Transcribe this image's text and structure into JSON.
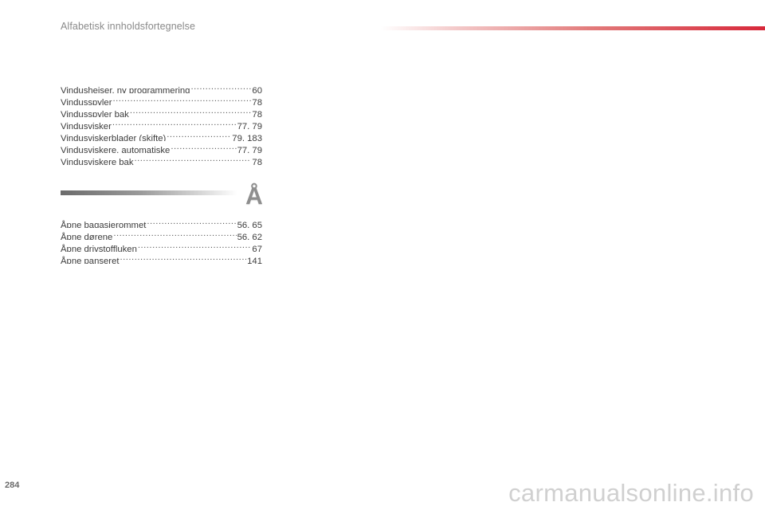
{
  "header": {
    "title": "Alfabetisk innholdsfortegnelse"
  },
  "section_v": {
    "entries": [
      {
        "term": "Vindusheiser, ny programmering",
        "pages": "60"
      },
      {
        "term": "Vindusspyler",
        "pages": "78"
      },
      {
        "term": "Vindusspyler bak",
        "pages": "78"
      },
      {
        "term": "Vindusvisker",
        "pages": "77, 79"
      },
      {
        "term": "Vindusviskerblader (skifte)",
        "pages": "79, 183"
      },
      {
        "term": "Vindusviskere, automatiske",
        "pages": "77, 79"
      },
      {
        "term": "Vindusviskere bak",
        "pages": "78"
      }
    ]
  },
  "section_aa": {
    "letter": "Å",
    "entries": [
      {
        "term": "Åpne bagasjerommet",
        "pages": "56, 65"
      },
      {
        "term": "Åpne dørene",
        "pages": "56, 62"
      },
      {
        "term": "Åpne drivstoffluken",
        "pages": "67"
      },
      {
        "term": "Åpne panseret",
        "pages": "141"
      }
    ]
  },
  "footer": {
    "page_number": "284",
    "watermark": "carmanualsonline.info"
  }
}
